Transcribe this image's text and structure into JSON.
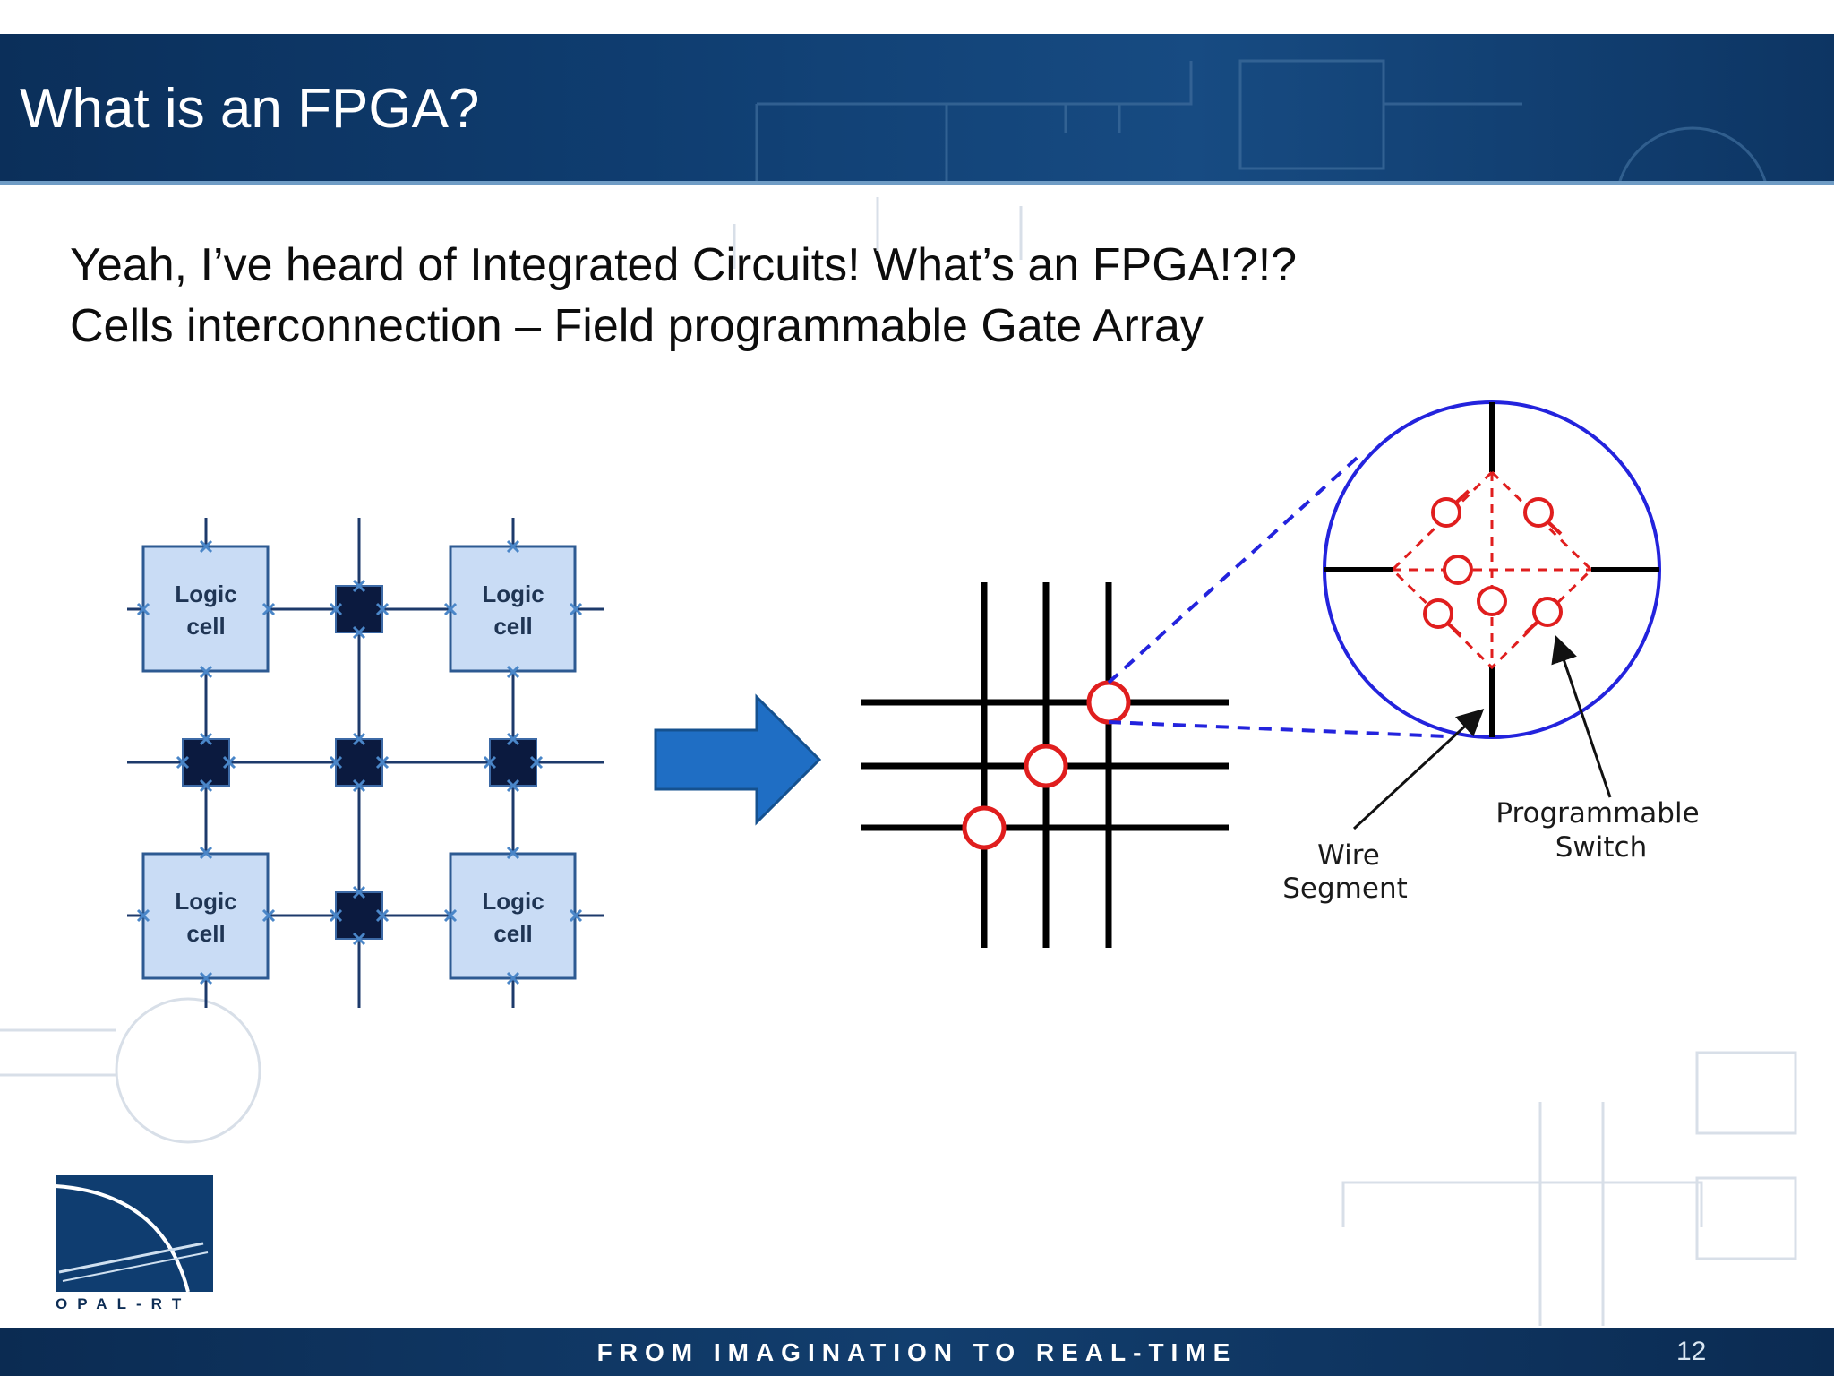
{
  "slide": {
    "title": "What is an FPGA?",
    "bullet_1": "Yeah, I’ve heard of Integrated Circuits!  What’s an FPGA!?!?",
    "bullet_2": "Cells interconnection – Field programmable Gate Array",
    "page_number": "12"
  },
  "diagram": {
    "logic_cell_label_line1": "Logic",
    "logic_cell_label_line2": "cell",
    "arrow_icon": "right-arrow-icon",
    "label_wire_line1": "Wire",
    "label_wire_line2": "Segment",
    "label_switch_line1": "Programmable",
    "label_switch_line2": "Switch"
  },
  "footer": {
    "tagline": "FROM IMAGINATION TO REAL-TIME",
    "logo_text": "OPAL-RT"
  },
  "colors": {
    "header_blue": "#0f3d70",
    "logic_cell_fill": "#c9dcf5",
    "switch_block": "#0b1a3f",
    "arrow_blue": "#1f6ec4",
    "zoom_circle": "#2323dd",
    "switch_red": "#e01e1e"
  }
}
